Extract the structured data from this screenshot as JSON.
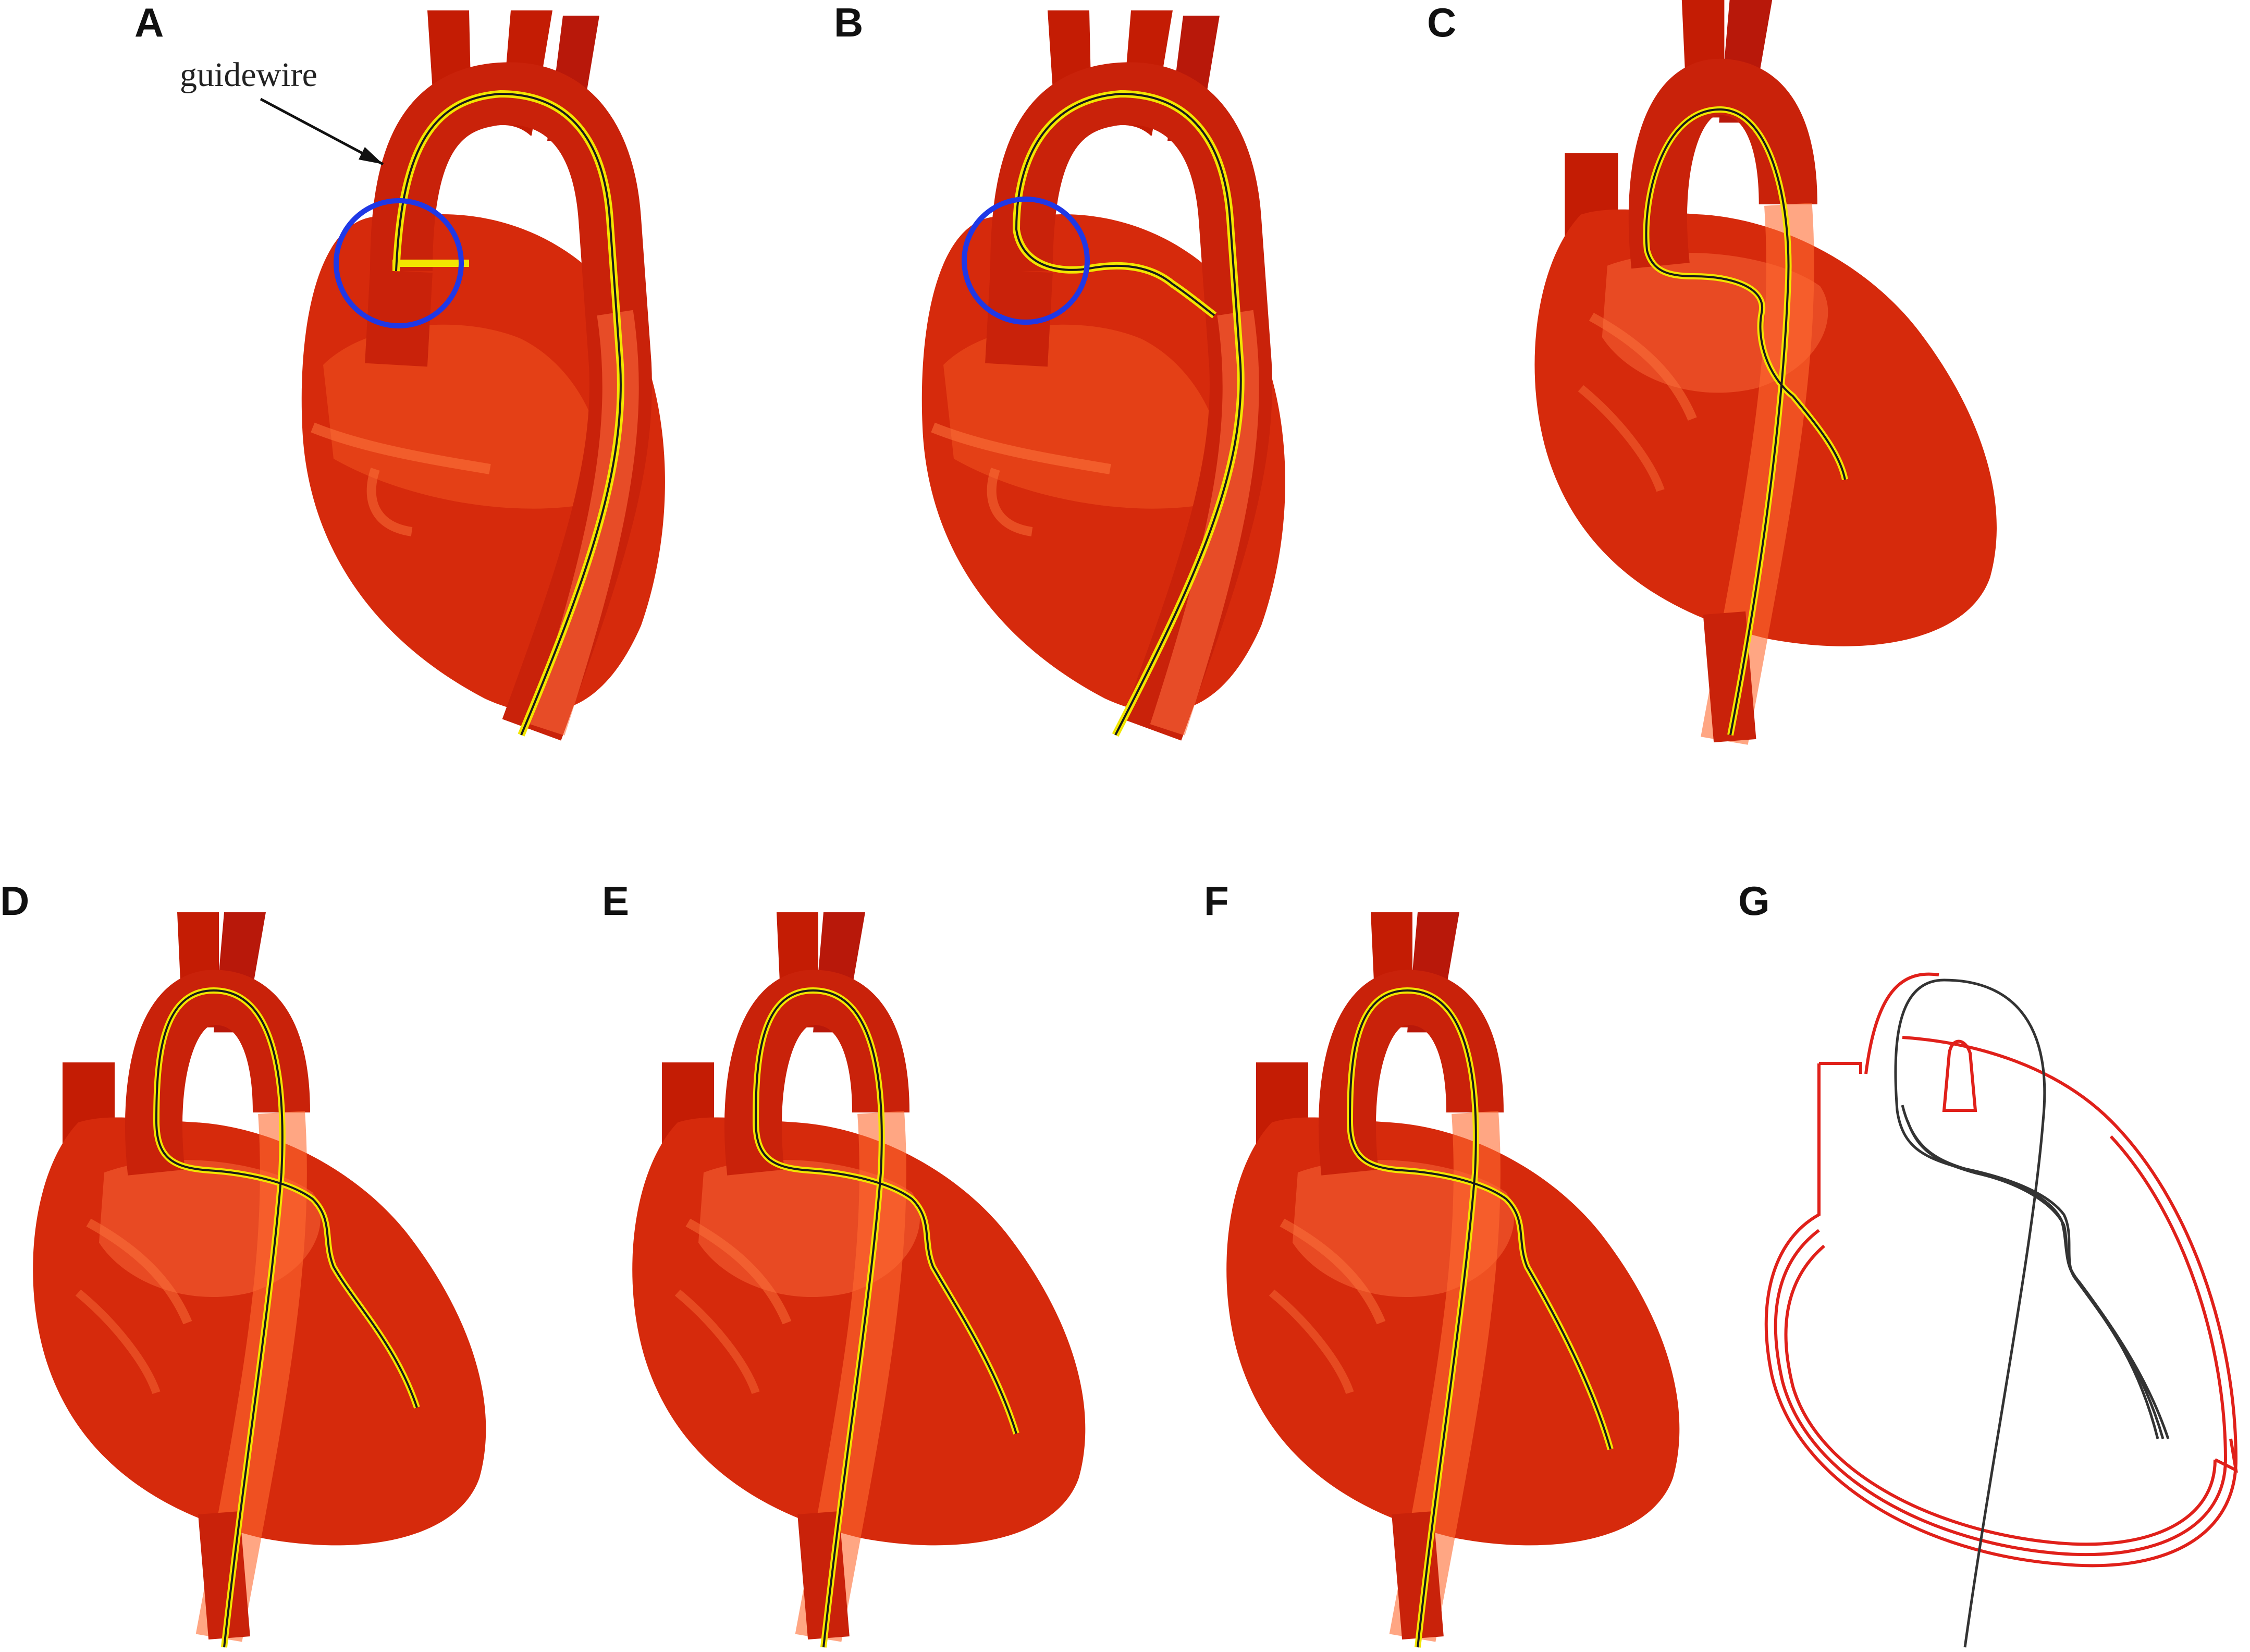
{
  "figure": {
    "panels": [
      {
        "label": "A",
        "annotation": "guidewire",
        "highlight_circle": true
      },
      {
        "label": "B",
        "highlight_circle": true
      },
      {
        "label": "C"
      },
      {
        "label": "D"
      },
      {
        "label": "E"
      },
      {
        "label": "F"
      },
      {
        "label": "G",
        "style": "outline"
      }
    ]
  },
  "colors": {
    "heart_fill": "#d62a0c",
    "heart_dark": "#a71606",
    "vessel": "#c41c04",
    "translucent": "#ff6a2a",
    "guidewire": "#f2e600",
    "guidewire_core": "#1a1a1a",
    "circle": "#1f38e6",
    "outline_red": "#e0201a",
    "outline_gray": "#333333"
  }
}
